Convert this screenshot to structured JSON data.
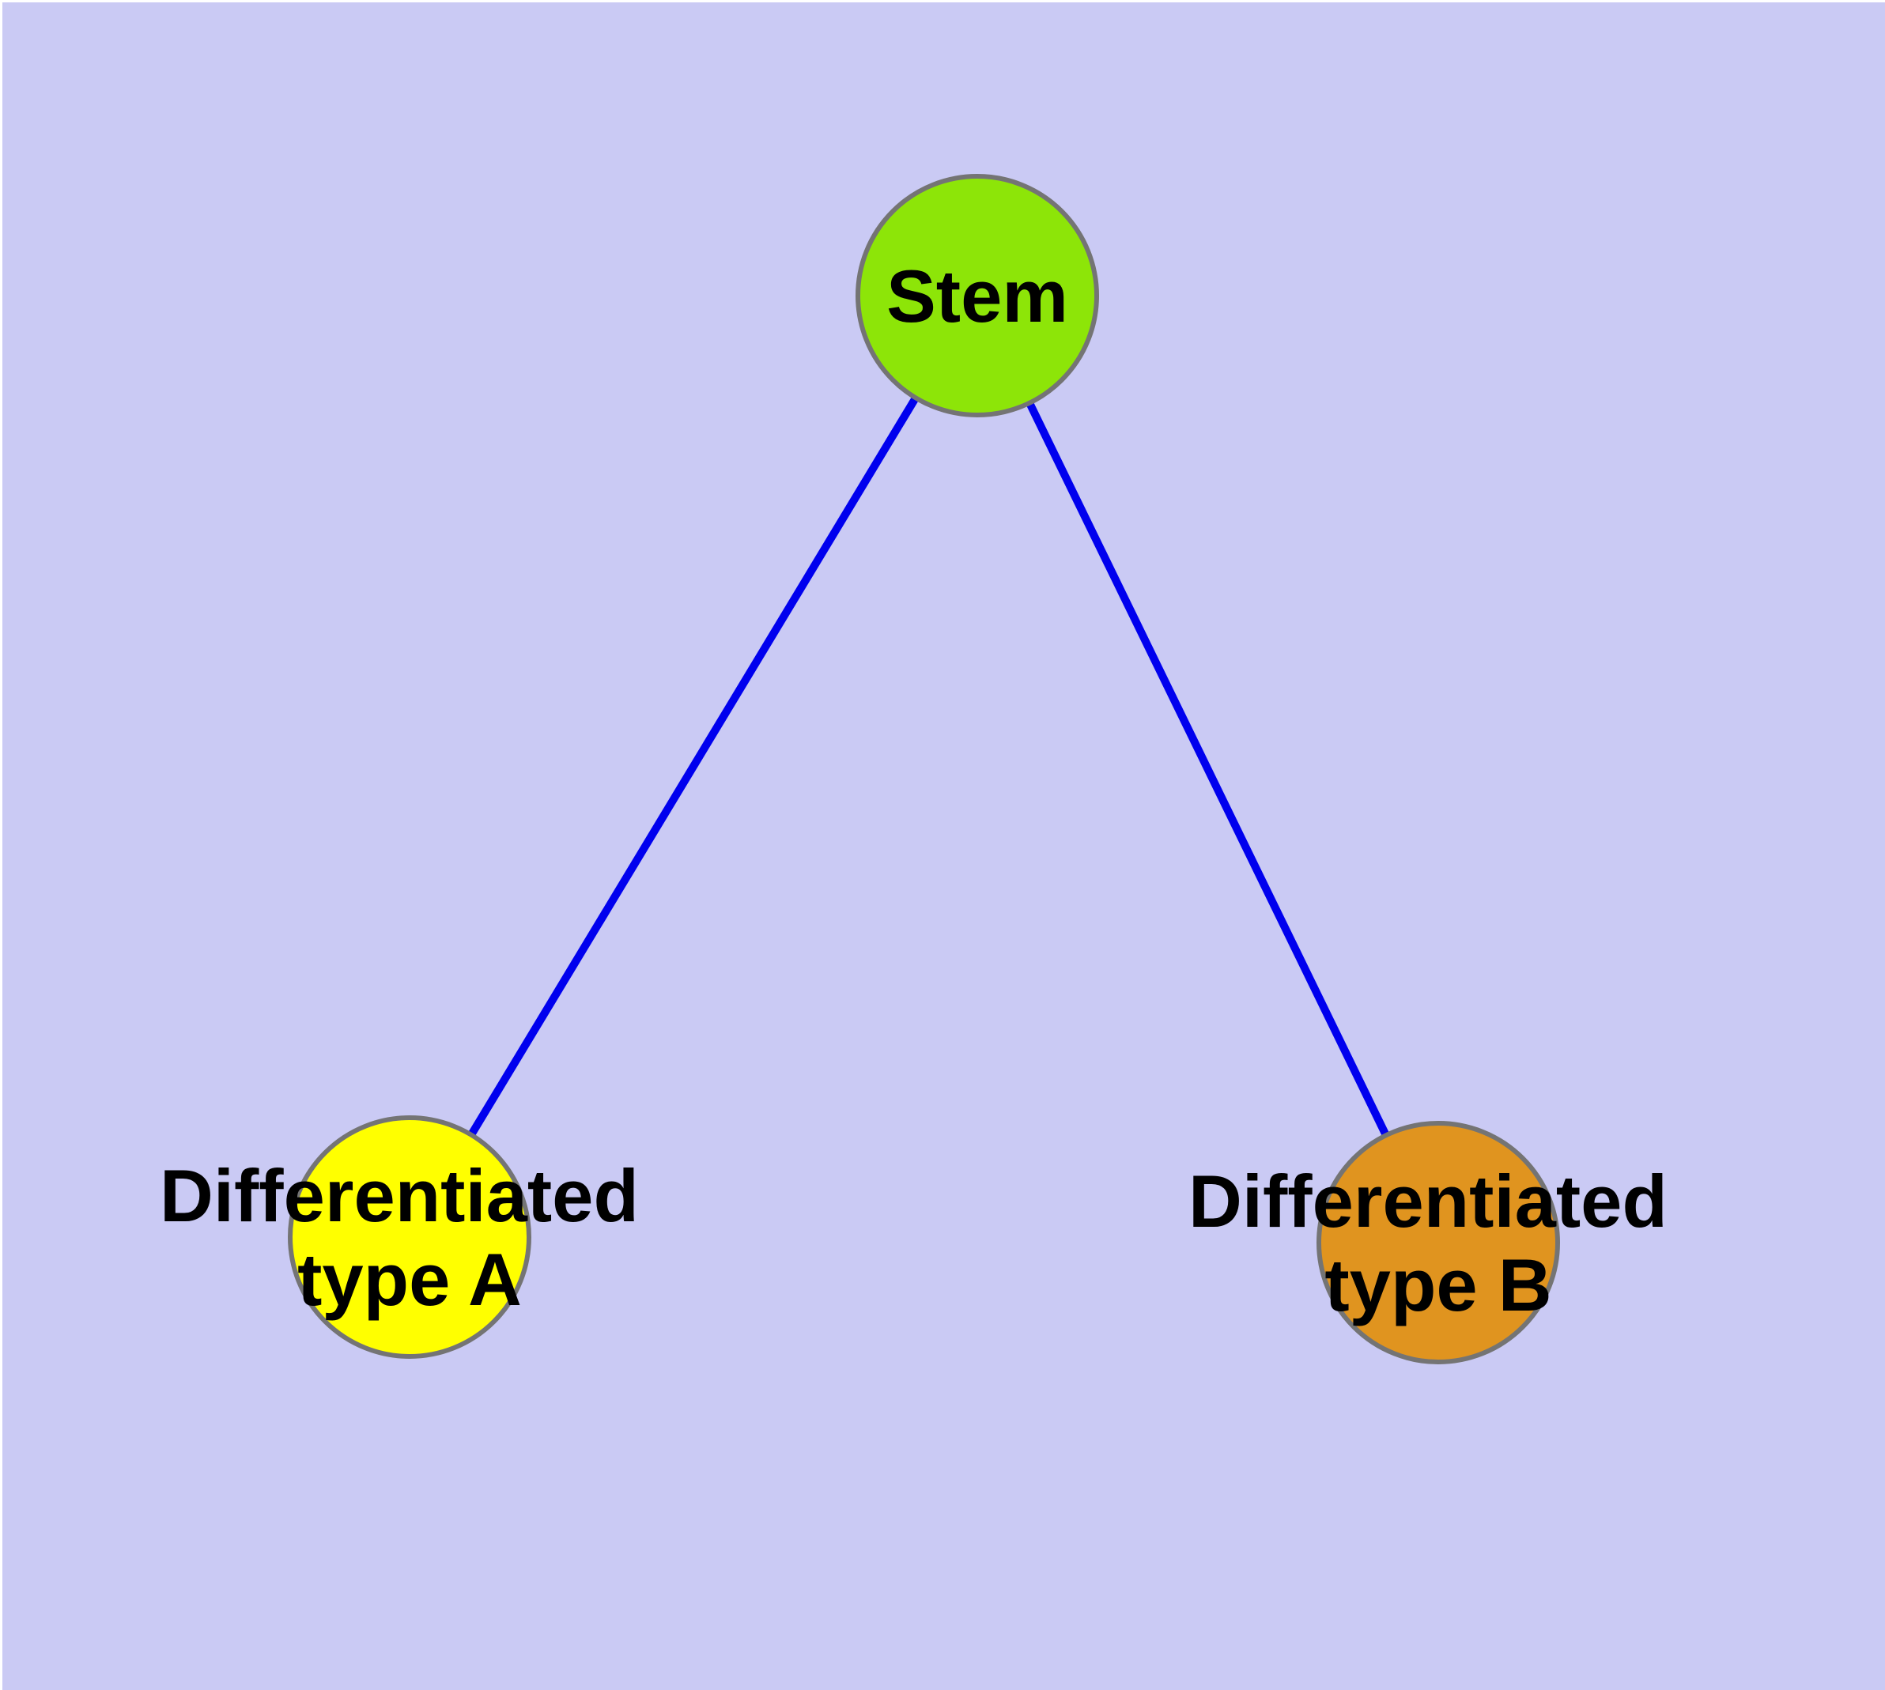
{
  "diagram": {
    "colors": {
      "background": "#CACAF4",
      "page_margin": "#FFFFFF",
      "edge": "#0000EE",
      "node_border": "#747474",
      "label_text": "#000000"
    },
    "nodes": {
      "stem": {
        "label": "Stem",
        "fill": "#8DE508"
      },
      "type_a": {
        "lines": [
          "Differentiated",
          "type A"
        ],
        "fill": "#FFFF00"
      },
      "type_b": {
        "lines": [
          "Differentiated",
          "type B"
        ],
        "fill": "#E0941F"
      }
    },
    "edges": [
      {
        "from": "stem",
        "to": "type_a"
      },
      {
        "from": "stem",
        "to": "type_b"
      }
    ]
  }
}
